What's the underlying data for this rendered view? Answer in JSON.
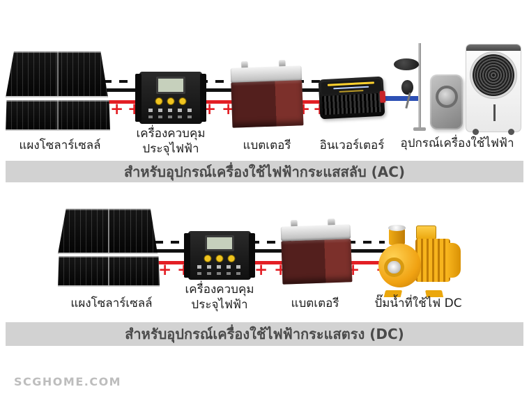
{
  "page": {
    "background": "#ffffff",
    "watermark": "SCGHOME.COM"
  },
  "wires": {
    "plus": "+",
    "positive_color": "#e31e24",
    "negative_color": "#111111",
    "ac_output_color": "#2d50b4"
  },
  "ac": {
    "banner": "สำหรับอุปกรณ์เครื่องใช้ไฟฟ้ากระแสสลับ (AC)",
    "labels": {
      "solar": "แผงโซลาร์เซลล์",
      "controller_line1": "เครื่องควบคุม",
      "controller_line2": "ประจุไฟฟ้า",
      "battery": "แบตเตอรี",
      "inverter": "อินเวอร์เตอร์",
      "appliances": "อุปกรณ์เครื่องใช้ไฟฟ้า"
    }
  },
  "dc": {
    "banner": "สำหรับอุปกรณ์เครื่องใช้ไฟฟ้ากระแสตรง (DC)",
    "labels": {
      "solar": "แผงโซลาร์เซลล์",
      "controller_line1": "เครื่องควบคุม",
      "controller_line2": "ประจุไฟฟ้า",
      "battery": "แบตเตอรี",
      "pump": "ปั๊มน้ำที่ใช้ไฟ DC"
    }
  }
}
